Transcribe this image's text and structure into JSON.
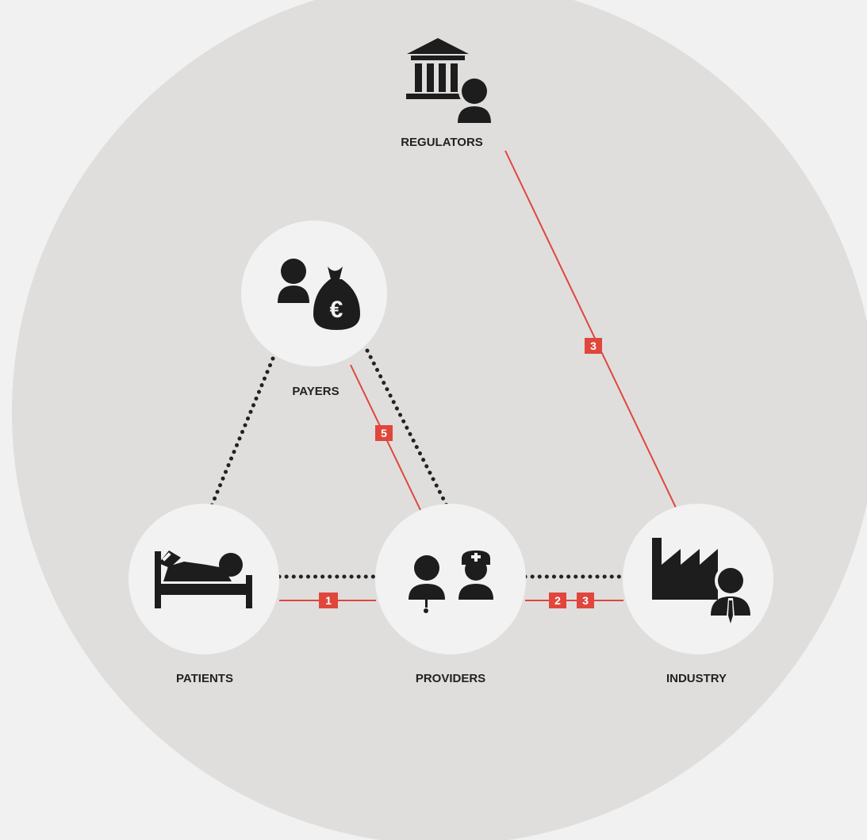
{
  "diagram": {
    "nodes": {
      "regulators": {
        "label": "REGULATORS",
        "icon": "government-building-person-icon"
      },
      "payers": {
        "label": "PAYERS",
        "icon": "person-euro-moneybag-icon"
      },
      "patients": {
        "label": "PATIENTS",
        "icon": "patient-in-bed-icon"
      },
      "providers": {
        "label": "PROVIDERS",
        "icon": "doctor-nurse-icon"
      },
      "industry": {
        "label": "INDUSTRY",
        "icon": "factory-businessman-icon"
      }
    },
    "links": [
      {
        "from": "payers",
        "to": "patients",
        "style": "dotted"
      },
      {
        "from": "payers",
        "to": "providers",
        "style": "dotted"
      },
      {
        "from": "patients",
        "to": "providers",
        "style": "dotted"
      },
      {
        "from": "providers",
        "to": "industry",
        "style": "dotted"
      },
      {
        "from": "payers",
        "to": "providers",
        "style": "red",
        "badges": [
          "5"
        ]
      },
      {
        "from": "regulators",
        "to": "industry",
        "style": "red",
        "badges": [
          "3"
        ]
      },
      {
        "from": "patients",
        "to": "providers",
        "style": "red",
        "badges": [
          "1"
        ]
      },
      {
        "from": "providers",
        "to": "industry",
        "style": "red",
        "badges": [
          "2",
          "3"
        ]
      }
    ],
    "colors": {
      "background": "#f1f1f1",
      "outer_circle": "#dfdedc",
      "node_circle": "#f2f2f2",
      "icon": "#1d1d1d",
      "accent_red": "#e0463c",
      "dots": "#222222"
    }
  }
}
